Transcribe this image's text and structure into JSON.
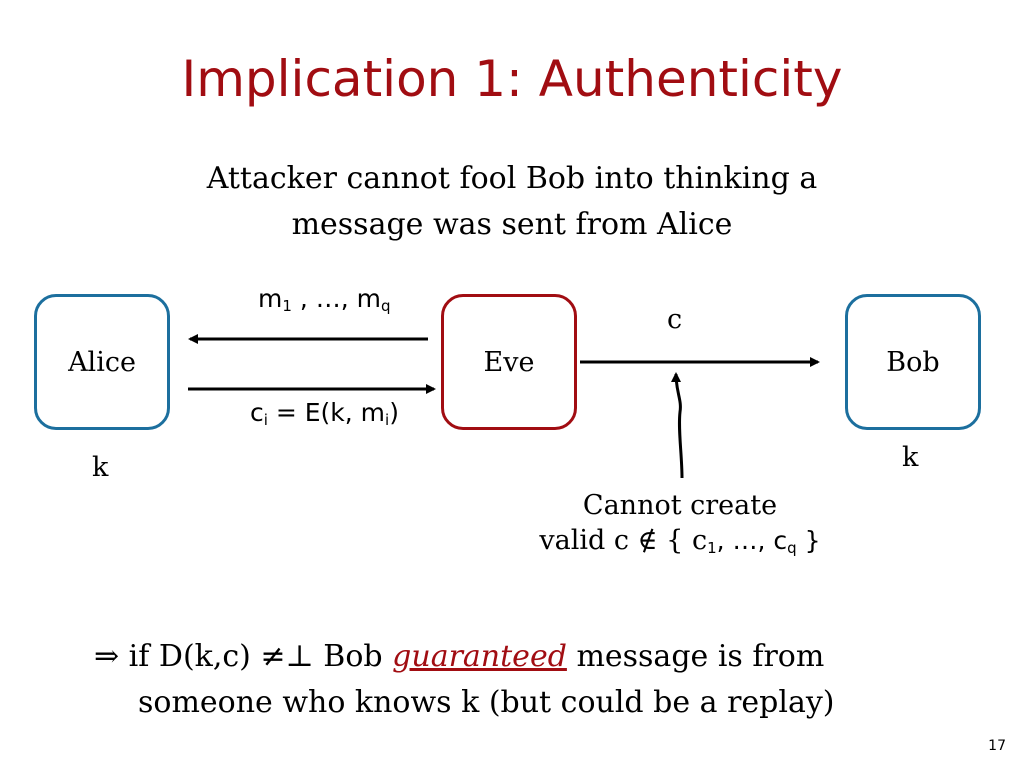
{
  "title": "Implication 1:   Authenticity",
  "subtitle": {
    "line1": "Attacker cannot fool Bob into thinking a",
    "line2": "message was sent from Alice"
  },
  "nodes": {
    "alice": "Alice",
    "eve": "Eve",
    "bob": "Bob"
  },
  "keys": {
    "alice_key": "k",
    "bob_key": "k"
  },
  "arrows": {
    "query": {
      "m": "m",
      "sub1": "1",
      "mid": " , …,  m",
      "subq": "q"
    },
    "response": {
      "c": "c",
      "subi": "i",
      "mid": " = E(k, m",
      "subi2": "i",
      "end": ")"
    },
    "forgery": "c"
  },
  "note": {
    "line1": "Cannot create",
    "line2_prefix": "valid   c ∉ { c",
    "sub1": "1",
    "mid": ", …, c",
    "subq": "q",
    "end": " }"
  },
  "conclusion": {
    "arrow_sym": "⇒",
    "part1": "  if  D(k,c) ≠⊥ Bob ",
    "emph": "guaranteed",
    "part2": " message is from",
    "line2": "someone who knows k (but could be a replay)"
  },
  "page_number": "17",
  "colors": {
    "title": "#A10D12",
    "alice_bob_border": "#1C6F9E",
    "eve_border": "#A10D12",
    "emphasis": "#A10D12"
  }
}
